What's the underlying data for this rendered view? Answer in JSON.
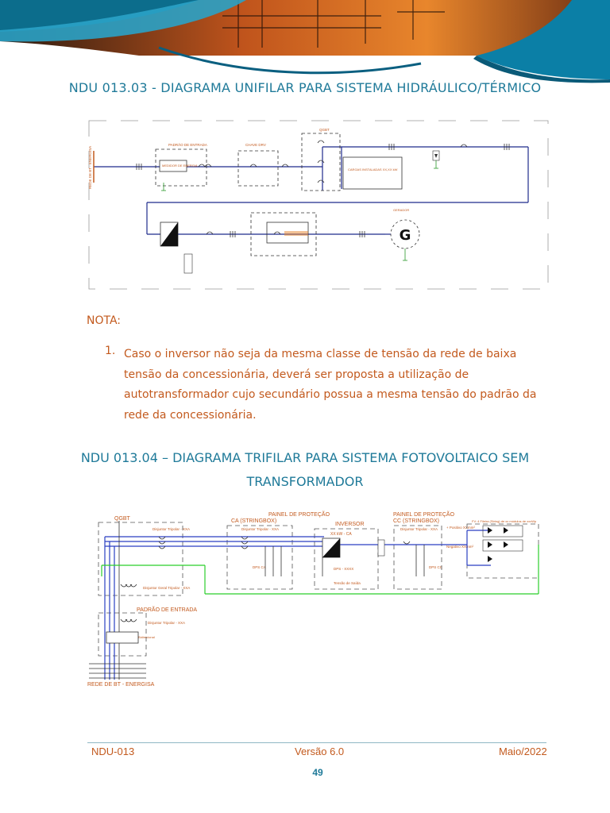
{
  "section1": {
    "title": "NDU 013.03 - DIAGRAMA UNIFILAR PARA SISTEMA HIDRÁULICO/TÉRMICO",
    "diagram": {
      "labels": {
        "rede": "REDE DE BT - ENERGISA",
        "padrao": "PADRÃO DE ENTRADA",
        "medidor": "MEDIDOR DE ENERGIA",
        "chave": "CHAVE DRV",
        "qgbt": "QGBT",
        "cargas": "CARGAS INSTALADAS XX,XX kW",
        "gerador": "GERADOR",
        "g": "G"
      }
    }
  },
  "note": {
    "label": "NOTA:",
    "number": "1.",
    "text": "Caso o inversor não seja da mesma classe de tensão da rede de baixa tensão da concessionária, deverá ser proposta a utilização de autotransformador cujo secundário possua a mesma tensão do padrão da rede da concessionária."
  },
  "section2": {
    "title_line1": "NDU 013.04 – DIAGRAMA TRIFILAR PARA SISTEMA FOTOVOLTAICO SEM",
    "title_line2": "TRANSFORMADOR",
    "diagram": {
      "labels": {
        "qgbt": "QGBT",
        "painel_ca": "PAINEL DE PROTEÇÃO",
        "painel_ca2": "CA (STRINGBOX)",
        "inversor": "INVERSOR",
        "painel_cc": "PAINEL DE PROTEÇÃO",
        "painel_cc2": "CC (STRINGBOX)",
        "fv": "FV: 4 Fileira (String) de xx módulos de xxxWp",
        "disj_tripolar1": "Disjuntor Tripolar - XXA",
        "disj_tripolar2": "Disjuntor Tripolar - XXA",
        "disj_geral": "Disjuntor Geral Tripolar - XXA",
        "padrao": "PADRÃO DE ENTRADA",
        "disj_tripolar3": "Disjuntor Tripolar - XXA",
        "medidor": "Medidor de Energia Bidirecional",
        "rede": "REDE DE BT - ENERGISA",
        "inv_kw": "XX kW - CA",
        "dps_ca": "DPS CA",
        "dps_xxxx": "DPS - XXXX",
        "tensao": "Tensão de Saída",
        "dps_cc": "DPS CC",
        "disj_cc": "Disjuntor Tripolar - XXA",
        "positivo": "+ Positivo XXmm²",
        "negativo": "Negativo XXmm²"
      }
    }
  },
  "footer": {
    "doc": "NDU-013",
    "version": "Versão 6.0",
    "date": "Maio/2022",
    "page": "49"
  }
}
